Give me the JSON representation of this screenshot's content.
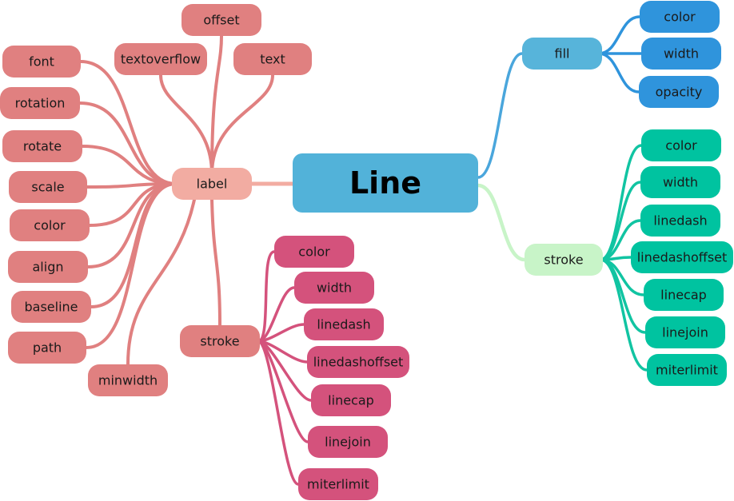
{
  "root": {
    "label": "Line"
  },
  "colors": {
    "root": "#52b2d9",
    "fill_branch": "#57b4da",
    "fill_leaf": "#2f94dc",
    "fill_edge": "#4aa6dc",
    "stroke_branch": "#c8f4c8",
    "stroke_leaf": "#00c3a0",
    "stroke_edge_main": "#c8f4c8",
    "stroke_edge_leaf": "#11c4a2",
    "label_branch": "#f2aca2",
    "label_leaf": "#e08080",
    "label_edge": "#e08080",
    "label_stroke_leaf": "#d4527c",
    "label_stroke_edge": "#d4527c"
  },
  "fill": {
    "label": "fill",
    "children": [
      "color",
      "width",
      "opacity"
    ]
  },
  "stroke": {
    "label": "stroke",
    "children": [
      "color",
      "width",
      "linedash",
      "linedashoffset",
      "linecap",
      "linejoin",
      "miterlimit"
    ]
  },
  "label": {
    "label": "label",
    "children": [
      "offset",
      "textoverflow",
      "text",
      "font",
      "rotation",
      "rotate",
      "scale",
      "color",
      "align",
      "baseline",
      "path",
      "minwidth"
    ],
    "stroke": {
      "label": "stroke",
      "children": [
        "color",
        "width",
        "linedash",
        "linedashoffset",
        "linecap",
        "linejoin",
        "miterlimit"
      ]
    }
  }
}
